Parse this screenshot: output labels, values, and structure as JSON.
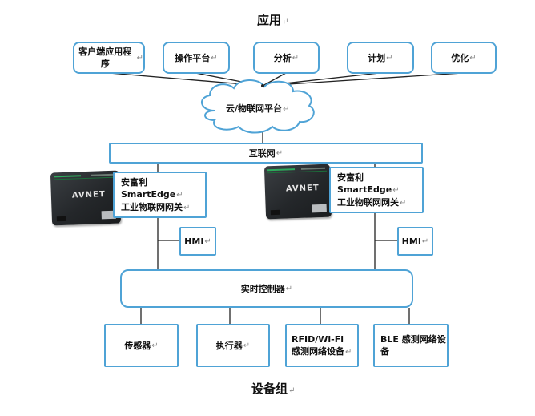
{
  "top_title": "应用",
  "bottom_title": "设备组",
  "paragraph_mark": "↵",
  "applications": [
    {
      "label": "客户端应用程序"
    },
    {
      "label": "操作平台"
    },
    {
      "label": "分析"
    },
    {
      "label": "计划"
    },
    {
      "label": "优化"
    }
  ],
  "cloud_label": "云/物联网平台",
  "internet_label": "互联网",
  "gateways": [
    {
      "line1": "安富利 SmartEdge",
      "line2": "工业物联网网关",
      "device_logo": "AVNET"
    },
    {
      "line1": "安富利 SmartEdge",
      "line2": "工业物联网网关",
      "device_logo": "AVNET"
    }
  ],
  "hmi_labels": [
    "HMI",
    "HMI"
  ],
  "controller_label": "实时控制器",
  "devices": [
    {
      "line1": "传感器",
      "line2": ""
    },
    {
      "line1": "执行器",
      "line2": ""
    },
    {
      "line1": "RFID/Wi-Fi",
      "line2": "感测网络设备"
    },
    {
      "line1": "BLE 感测网络设",
      "line2": "备"
    }
  ],
  "colors": {
    "box_border": "#4fa3d6",
    "line": "#000000"
  }
}
